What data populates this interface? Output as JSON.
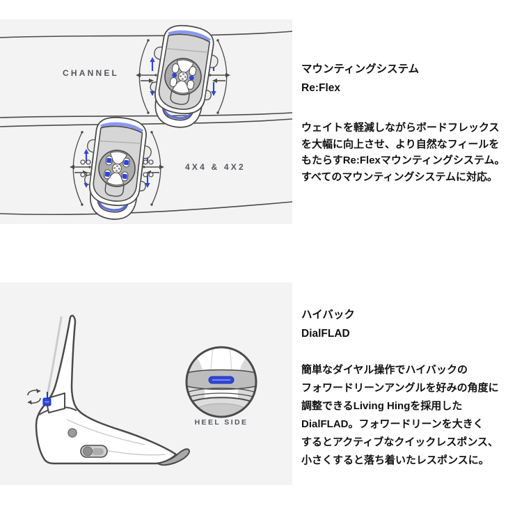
{
  "colors": {
    "panel_background": "#f3f3f4",
    "outline_dark_gray": "#4a4a4a",
    "accent_blue": "#2f46d6",
    "light_blue_edge": "#8b99ec",
    "baseplate_gray": "#d6d6d6",
    "label_gray": "#54565a",
    "body_text": "#111111"
  },
  "icons": {
    "rotation_arc": "rotation-arc-icon",
    "up_arrow": "up-arrow-icon",
    "down_arrow": "down-arrow-icon",
    "width_adjust_arrow": "width-adjust-arrow-icon",
    "rotation_arrows": "rotation-arrows-icon"
  },
  "section_mounting": {
    "labels": {
      "channel": "CHANNEL",
      "four_by": "4X4 & 4X2"
    },
    "title_line1": "マウンティングシステム",
    "title_line2": "Re:Flex",
    "body_lines": [
      "ウェイトを軽減しながらボードフレックス",
      "を大幅に向上させ、より自然なフィールを",
      "もたらすRe:Flexマウンティングシステム。",
      "すべてのマウンティングシステムに対応。"
    ]
  },
  "section_highback": {
    "labels": {
      "heel_side": "HEEL SIDE"
    },
    "title_line1": "ハイバック",
    "title_line2": "DialFLAD",
    "body_lines": [
      "簡単なダイヤル操作でハイバックの",
      "フォワードリーンアングルを好みの角度に",
      "調整できるLiving Hingを採用した",
      "DialFLAD。フォワードリーンを大きく",
      "するとアクティブなクイックレスポンス、",
      "小さくすると落ち着いたレスポンスに。"
    ]
  }
}
